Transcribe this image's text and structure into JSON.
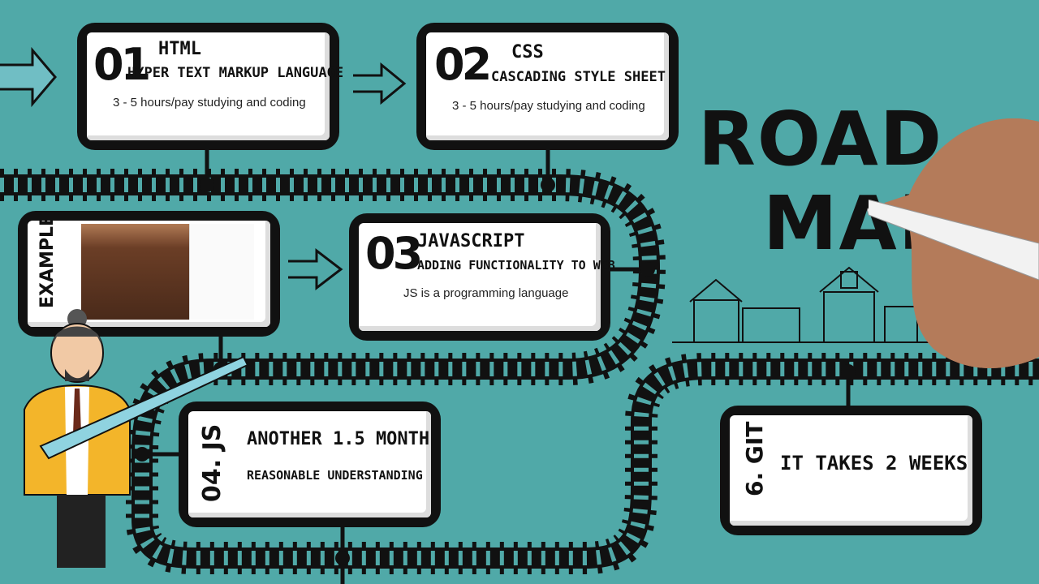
{
  "colors": {
    "background": "#50a9a8",
    "card_border": "#111111",
    "card_fill": "#ffffff"
  },
  "heading": {
    "line1": "ROAD",
    "line2": "MAP"
  },
  "steps": [
    {
      "num": "01",
      "title": "HTML",
      "subtitle": "HYPER TEXT MARKUP LANGUAGE",
      "desc": "3 - 5 hours/pay studying and coding"
    },
    {
      "num": "02",
      "title": "CSS",
      "subtitle": "CASCADING STYLE SHEET",
      "desc": "3 - 5 hours/pay studying and coding"
    },
    {
      "num": "03",
      "title": "JAVASCRIPT",
      "subtitle": "ADDING FUNCTIONALITY TO WEB",
      "desc": "JS is a programming language"
    },
    {
      "num": "04. JS",
      "title": "ANOTHER 1.5 MONTH",
      "subtitle": "REASONABLE UNDERSTANDING"
    },
    {
      "num": "6. GIT",
      "title": "IT TAKES 2 WEEKS"
    }
  ],
  "example": {
    "label": "EXAMPLE"
  }
}
